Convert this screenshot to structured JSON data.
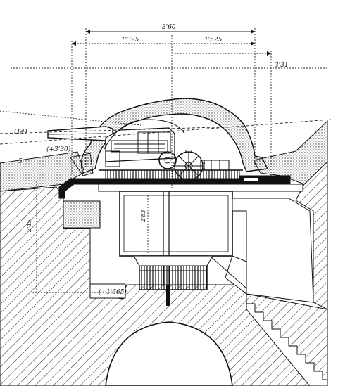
{
  "figure": {
    "dimensions": {
      "total_width": "3'60",
      "left_half": "1'325",
      "right_half": "1'525",
      "ref_height": "3'31",
      "chamber_height": "2'83"
    },
    "levels": {
      "gun_axis_left": "(14)",
      "gun_axis": "(+3'30)",
      "base_level": "(+1'665)",
      "wall_height": "2'45",
      "side_mark": "5"
    }
  }
}
